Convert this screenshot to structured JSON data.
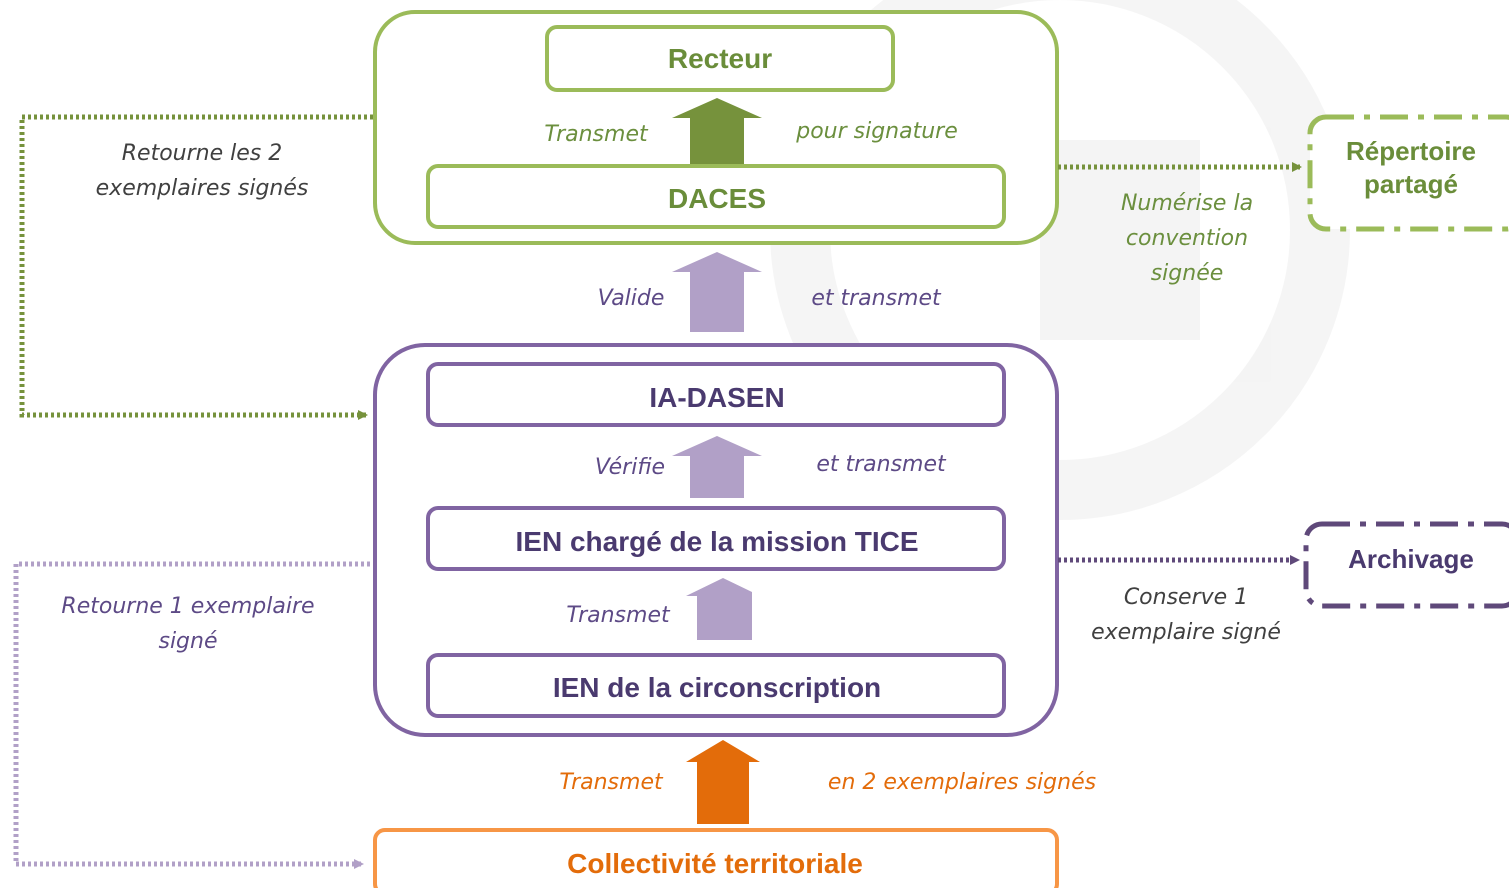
{
  "nodes": {
    "recteur": "Recteur",
    "daces": "DACES",
    "repertoire_line1": "Répertoire",
    "repertoire_line2": "partagé",
    "ia_dasen": "IA-DASEN",
    "ien_tice": "IEN chargé de la mission TICE",
    "ien_circ": "IEN de la circonscription",
    "archivage": "Archivage",
    "collectivite": "Collectivité territoriale"
  },
  "labels": {
    "daces_left": "Transmet",
    "daces_right": "pour signature",
    "retourne2_line1": "Retourne les 2",
    "retourne2_line2": "exemplaires signés",
    "numerise_line1": "Numérise la",
    "numerise_line2": "convention",
    "numerise_line3": "signée",
    "valide": "Valide",
    "valide_right": "et transmet",
    "verifie": "Vérifie",
    "verifie_right": "et transmet",
    "ien_transmet": "Transmet",
    "retourne1_line1": "Retourne 1 exemplaire",
    "retourne1_line2": "signé",
    "conserve_line1": "Conserve 1",
    "conserve_line2": "exemplaire signé",
    "coll_left": "Transmet",
    "coll_right": "en 2 exemplaires signés"
  },
  "colors": {
    "green": "#9bbb59",
    "dark_green": "#76923c",
    "purple": "#8064a2",
    "dark_purple": "#5f497a",
    "light_purple": "#b1a0c7",
    "orange": "#f79646",
    "dark_orange": "#e36c0a"
  }
}
